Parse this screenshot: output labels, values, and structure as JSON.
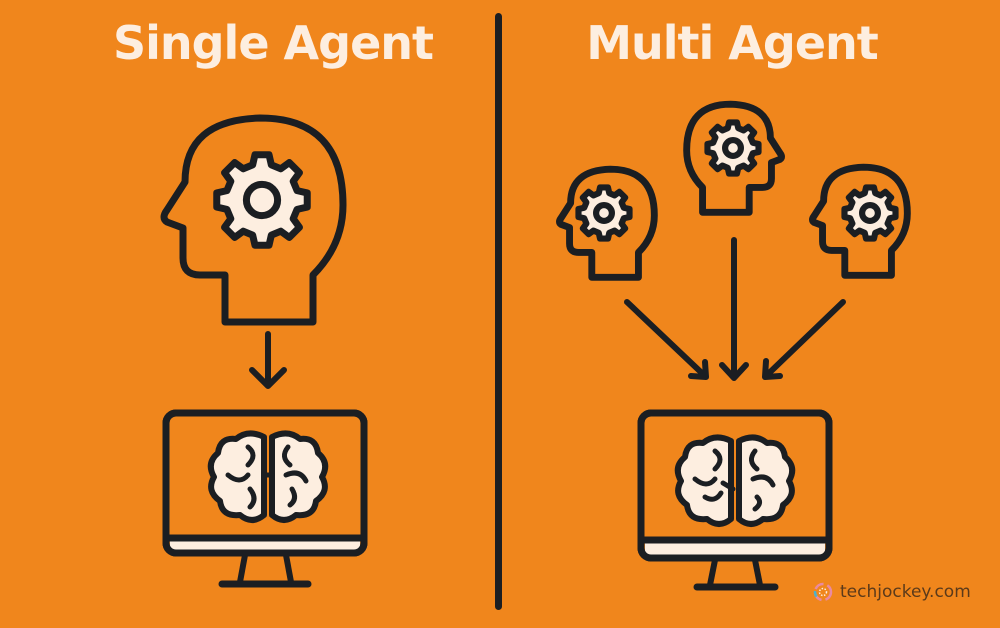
{
  "panels": {
    "single": {
      "title": "Single Agent"
    },
    "multi": {
      "title": "Multi Agent"
    }
  },
  "brand": {
    "text": "techjockey.com",
    "icon": "techjockey-logo-icon"
  },
  "colors": {
    "background": "#f0861c",
    "stroke": "#1b1e22",
    "fill_light": "#fdeee0",
    "title": "#fdeee0"
  },
  "icons": {
    "single_agent": "head-with-gear-icon",
    "arrow": "arrow-down-icon",
    "computer": "monitor-with-brain-icon"
  }
}
